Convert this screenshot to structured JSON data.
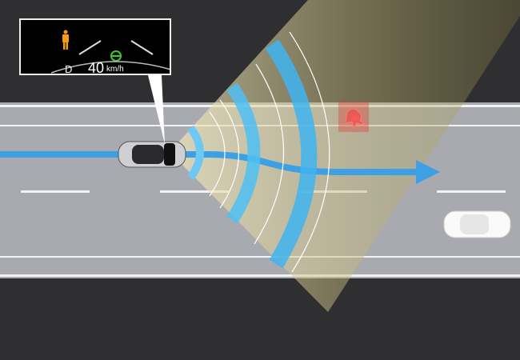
{
  "hud": {
    "gear": "D",
    "speed": "40",
    "speed_unit": "km/h",
    "pedestrian_icon_color": "#f59a12",
    "assist_icon_color": "#3ecb2a"
  },
  "colors": {
    "background": "#2f2f31",
    "road": "#a9aaaf",
    "path_arrow": "#3ea0e4",
    "detected_hazard": "#e8302f"
  }
}
